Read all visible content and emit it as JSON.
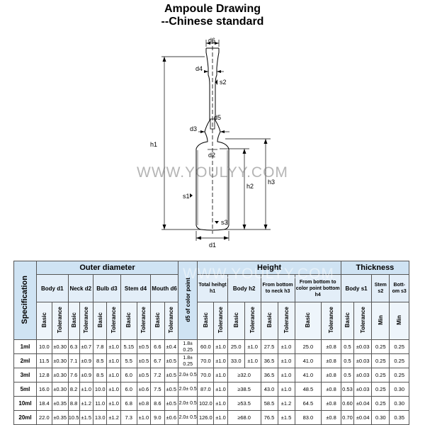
{
  "title_line1": "Ampoule Drawing",
  "title_line2": "--Chinese standard",
  "watermark": "WWW.YOULYY.COM",
  "drawing_labels": {
    "d6": "d6",
    "d4": "d4",
    "s2": "s2",
    "d5": "d5",
    "d3": "d3",
    "d2": "d2",
    "h1": "h1",
    "h2": "h2",
    "h3": "h3",
    "s1": "s1",
    "s3": "s3",
    "d1": "d1"
  },
  "table": {
    "spec_header": "Specification",
    "outer_diameter": "Outer diameter",
    "height": "Height",
    "thickness": "Thickness",
    "color_point": "d5 of color point",
    "body_d1": "Body d1",
    "neck_d2": "Neck d2",
    "bulb_d3": "Bulb d3",
    "stem_d4": "Stem d4",
    "mouth_d6": "Mouth d6",
    "total_h1": "Total heihgt h1",
    "body_h2": "Body h2",
    "from_neck_h3": "From bottom to neck h3",
    "from_color_h4": "From bottom to color point bottom h4",
    "body_s1": "Body s1",
    "stem_s2": "Stem s2",
    "bottom_s3": "Bott-om s3",
    "basic": "Basic",
    "tolerance": "Tolerance",
    "min": "Min",
    "rows": [
      {
        "spec": "1ml",
        "d1": "10.0",
        "d1t": "±0.30",
        "d2": "6.3",
        "d2t": "±0.7",
        "d3": "7.8",
        "d3t": "±1.0",
        "d4": "5.15",
        "d4t": "±0.5",
        "d6": "6.6",
        "d6t": "±0.4",
        "d5": "1.8± 0.25",
        "h1": "60.0",
        "h1t": "±1.0",
        "h2": "25.0",
        "h2t": "±1.0",
        "h3": "27.5",
        "h3t": "±1.0",
        "h4": "25.0",
        "h4t": "±0.8",
        "s1": "0.5",
        "s1t": "±0.03",
        "s2": "0.25",
        "s3": "0.25"
      },
      {
        "spec": "2ml",
        "d1": "11.5",
        "d1t": "±0.30",
        "d2": "7.1",
        "d2t": "±0.9",
        "d3": "8.5",
        "d3t": "±1.0",
        "d4": "5.5",
        "d4t": "±0.5",
        "d6": "6.7",
        "d6t": "±0.5",
        "d5": "1.8± 0.25",
        "h1": "70.0",
        "h1t": "±1.0",
        "h2": "33.0",
        "h2t": "±1.0",
        "h3": "36.5",
        "h3t": "±1.0",
        "h4": "41.0",
        "h4t": "±0.8",
        "s1": "0.5",
        "s1t": "±0.03",
        "s2": "0.25",
        "s3": "0.25"
      },
      {
        "spec": "3ml",
        "d1": "12.8",
        "d1t": "±0.30",
        "d2": "7.6",
        "d2t": "±0.9",
        "d3": "8.5",
        "d3t": "±1.0",
        "d4": "6.0",
        "d4t": "±0.5",
        "d6": "7.2",
        "d6t": "±0.5",
        "d5": "2.0± 0.5",
        "h1": "70.0",
        "h1t": "±1.0",
        "h2": "≥32.0",
        "h2t": "",
        "h3": "36.5",
        "h3t": "±1.0",
        "h4": "41.0",
        "h4t": "±0.8",
        "s1": "0.5",
        "s1t": "±0.03",
        "s2": "0.25",
        "s3": "0.25"
      },
      {
        "spec": "5ml",
        "d1": "16.0",
        "d1t": "±0.30",
        "d2": "8.2",
        "d2t": "±1.0",
        "d3": "10.0",
        "d3t": "±1.0",
        "d4": "6.0",
        "d4t": "±0.6",
        "d6": "7.5",
        "d6t": "±0.5",
        "d5": "2.0± 0.5",
        "h1": "87.0",
        "h1t": "±1.0",
        "h2": "≥38.5",
        "h2t": "",
        "h3": "43.0",
        "h3t": "±1.0",
        "h4": "48.5",
        "h4t": "±0.8",
        "s1": "0.53",
        "s1t": "±0.03",
        "s2": "0.25",
        "s3": "0.30"
      },
      {
        "spec": "10ml",
        "d1": "18.4",
        "d1t": "±0.35",
        "d2": "8.8",
        "d2t": "±1.2",
        "d3": "11.0",
        "d3t": "±1.0",
        "d4": "6.8",
        "d4t": "±0.8",
        "d6": "8.6",
        "d6t": "±0.5",
        "d5": "2.0± 0.5",
        "h1": "102.0",
        "h1t": "±1.0",
        "h2": "≥53.5",
        "h2t": "",
        "h3": "58.5",
        "h3t": "±1.2",
        "h4": "64.5",
        "h4t": "±0.8",
        "s1": "0.60",
        "s1t": "±0.04",
        "s2": "0.25",
        "s3": "0.30"
      },
      {
        "spec": "20ml",
        "d1": "22.0",
        "d1t": "±0.35",
        "d2": "10.5",
        "d2t": "±1.5",
        "d3": "13.0",
        "d3t": "±1.2",
        "d4": "7.3",
        "d4t": "±1.0",
        "d6": "9.0",
        "d6t": "±0.6",
        "d5": "2.0± 0.5",
        "h1": "126.0",
        "h1t": "±1.0",
        "h2": "≥68.0",
        "h2t": "",
        "h3": "76.5",
        "h3t": "±1.5",
        "h4": "83.0",
        "h4t": "±0.8",
        "s1": "0.70",
        "s1t": "±0.04",
        "s2": "0.30",
        "s3": "0.35"
      }
    ]
  }
}
